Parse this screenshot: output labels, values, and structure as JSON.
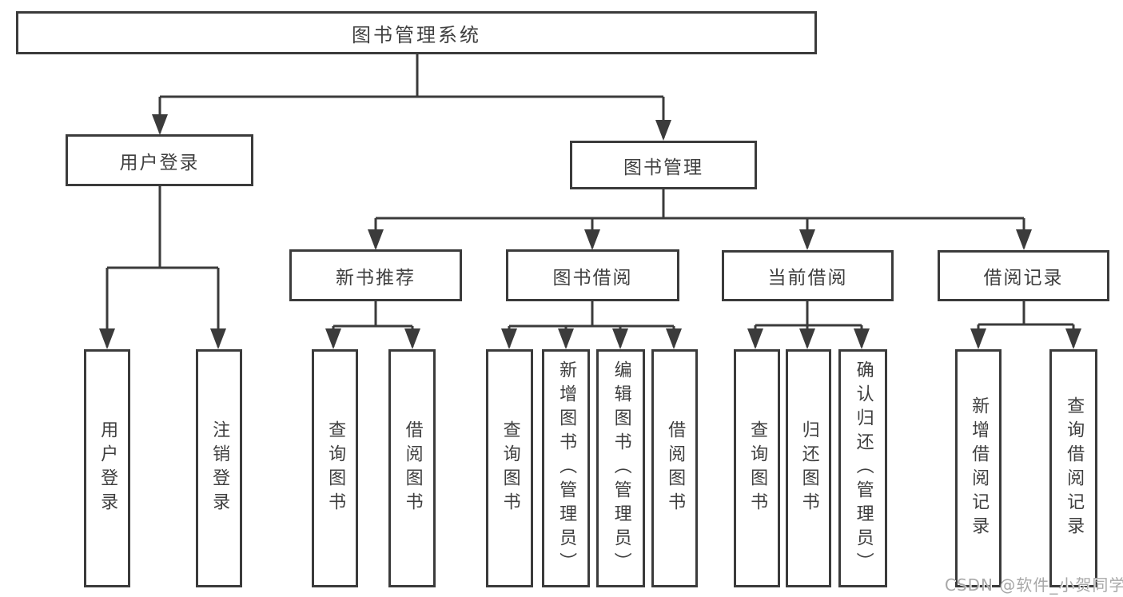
{
  "colors": {
    "line": "#3b3b3b",
    "text": "#3f3f3f",
    "background": "#ffffff",
    "watermark": "#a8a8a8"
  },
  "tree": {
    "root": {
      "label": "图书管理系统",
      "children": [
        {
          "label": "用户登录",
          "children": [
            {
              "label": "用户登录"
            },
            {
              "label": "注销登录"
            }
          ]
        },
        {
          "label": "图书管理",
          "children": [
            {
              "label": "新书推荐",
              "children": [
                {
                  "label": "查询图书"
                },
                {
                  "label": "借阅图书"
                }
              ]
            },
            {
              "label": "图书借阅",
              "children": [
                {
                  "label": "查询图书"
                },
                {
                  "label": "新增图书（管理员）"
                },
                {
                  "label": "编辑图书（管理员）"
                },
                {
                  "label": "借阅图书"
                }
              ]
            },
            {
              "label": "当前借阅",
              "children": [
                {
                  "label": "查询图书"
                },
                {
                  "label": "归还图书"
                },
                {
                  "label": "确认归还（管理员）"
                }
              ]
            },
            {
              "label": "借阅记录",
              "children": [
                {
                  "label": "新增借阅记录"
                },
                {
                  "label": "查询借阅记录"
                }
              ]
            }
          ]
        }
      ]
    }
  },
  "watermark": {
    "text": "CSDN @软件_小贺同学"
  }
}
